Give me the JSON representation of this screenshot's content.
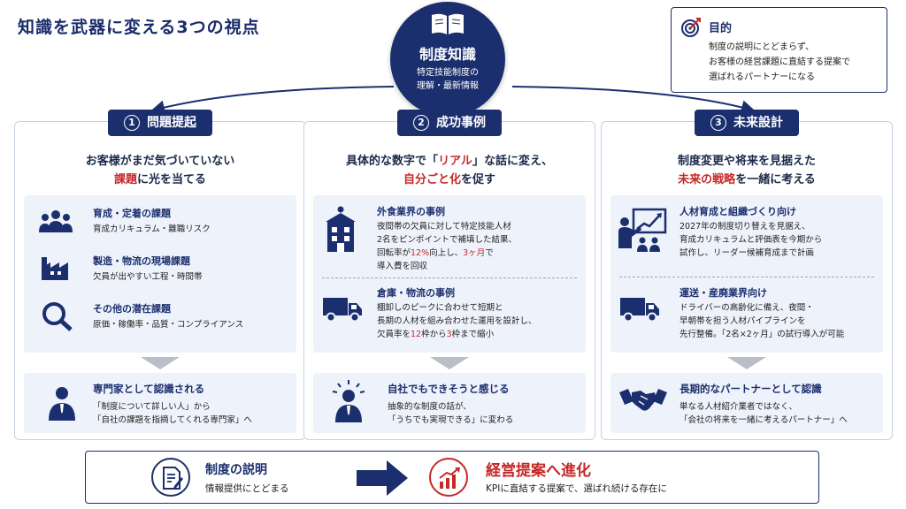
{
  "title": "知識を武器に変える3つの視点",
  "hub": {
    "title": "制度知識",
    "sub1": "特定技能制度の",
    "sub2": "理解・最新情報"
  },
  "purpose": {
    "title": "目的",
    "line1": "制度の説明にとどまらず、",
    "line2": "お客様の経営課題に直結する提案で",
    "line3": "選ばれるパートナーになる"
  },
  "columns": [
    {
      "num": "1",
      "heading": "問題提起",
      "lead1": "お客様がまだ気づいていない",
      "lead2_red": "課題",
      "lead2_rest": "に光を当てる",
      "items": [
        {
          "icon": "people-icon",
          "title": "育成・定着の課題",
          "body": [
            "育成カリキュラム・離職リスク"
          ]
        },
        {
          "icon": "factory-icon",
          "title": "製造・物流の現場課題",
          "body": [
            "欠員が出やすい工程・時間帯"
          ]
        },
        {
          "icon": "magnifier-icon",
          "title": "その他の潜在課題",
          "body": [
            "原価・稼働率・品質・コンプライアンス"
          ]
        }
      ],
      "result": {
        "icon": "businessman-icon",
        "title": "専門家として認識される",
        "body": [
          "「制度について詳しい人」から",
          "「自社の課題を指摘してくれる専門家」へ"
        ]
      }
    },
    {
      "num": "2",
      "heading": "成功事例",
      "lead1a": "具体的な数字で「",
      "lead1_red": "リアル",
      "lead1b": "」な話に変え、",
      "lead2_red": "自分ごと化",
      "lead2_rest": "を促す",
      "items": [
        {
          "icon": "restaurant-icon",
          "title": "外食業界の事例",
          "body1": "夜間帯の欠員に対して特定技能人材",
          "body2": "2名をピンポイントで補填した結果、",
          "body3a": "回転率が",
          "body3_red": "12%",
          "body3b": "向上し、",
          "body3_red2": "3ヶ月",
          "body3c": "で",
          "body4": "導入費を回収"
        },
        {
          "icon": "truck-icon",
          "title": "倉庫・物流の事例",
          "body1": "棚卸しのピークに合わせて短期と",
          "body2": "長期の人材を組み合わせた運用を設計し、",
          "body3a": "欠員率を",
          "body3_red": "12",
          "body3b": "枠から",
          "body3_red2": "3",
          "body3c": "枠まで縮小"
        }
      ],
      "result": {
        "icon": "idea-person-icon",
        "title": "自社でもできそうと感じる",
        "body": [
          "抽象的な制度の話が、",
          "「うちでも実現できる」に変わる"
        ]
      }
    },
    {
      "num": "3",
      "heading": "未来設計",
      "lead1": "制度変更や将来を見据えた",
      "lead2_red": "未来の戦略",
      "lead2_rest": "を一緒に考える",
      "items": [
        {
          "icon": "presentation-icon",
          "title": "人材育成と組織づくり向け",
          "body": [
            "2027年の制度切り替えを見据え、",
            "育成カリキュラムと評価表を今期から",
            "試作し、リーダー候補育成まで計画"
          ]
        },
        {
          "icon": "truck-icon",
          "title": "運送・産廃業界向け",
          "body": [
            "ドライバーの高齢化に備え、夜間・",
            "早朝帯を担う人材パイプラインを",
            "先行整備。「2名×2ヶ月」の試行導入が可能"
          ]
        }
      ],
      "result": {
        "icon": "handshake-icon",
        "title": "長期的なパートナーとして認識",
        "body": [
          "単なる人材紹介業者ではなく、",
          "「会社の将来を一緒に考えるパートナー」へ"
        ]
      }
    }
  ],
  "footer": {
    "left_title": "制度の説明",
    "left_body": "情報提供にとどまる",
    "right_title": "経営提案へ進化",
    "right_body": "KPIに直結する提案で、選ばれ続ける存在に"
  },
  "colors": {
    "navy": "#1b2f6e",
    "red": "#c62828",
    "panel": "#eef2fa"
  }
}
